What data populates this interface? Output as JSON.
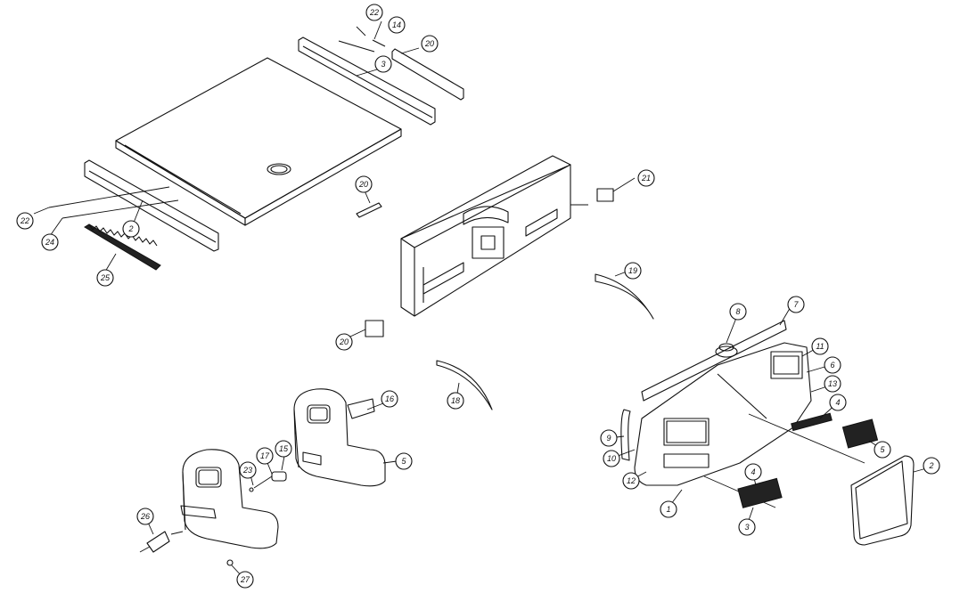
{
  "balloons": [
    {
      "id": "b-top-22",
      "label": "22"
    },
    {
      "id": "b-top-14",
      "label": "14"
    },
    {
      "id": "b-top-20",
      "label": "20"
    },
    {
      "id": "b-top-3",
      "label": "3"
    },
    {
      "id": "b-left-22",
      "label": "22"
    },
    {
      "id": "b-left-24",
      "label": "24"
    },
    {
      "id": "b-left-2",
      "label": "2"
    },
    {
      "id": "b-left-25",
      "label": "25"
    },
    {
      "id": "b-mid-20",
      "label": "20"
    },
    {
      "id": "b-mid-21",
      "label": "21"
    },
    {
      "id": "b-mid-20b",
      "label": "20"
    },
    {
      "id": "b-mid-19",
      "label": "19"
    },
    {
      "id": "b-mid-18",
      "label": "18"
    },
    {
      "id": "b-seat-16",
      "label": "16"
    },
    {
      "id": "b-seat-5",
      "label": "5"
    },
    {
      "id": "b-seat-15",
      "label": "15"
    },
    {
      "id": "b-seat-17",
      "label": "17"
    },
    {
      "id": "b-seat-23",
      "label": "23"
    },
    {
      "id": "b-seat-26",
      "label": "26"
    },
    {
      "id": "b-seat-27",
      "label": "27"
    },
    {
      "id": "b-cab-8",
      "label": "8"
    },
    {
      "id": "b-cab-7",
      "label": "7"
    },
    {
      "id": "b-cab-11",
      "label": "11"
    },
    {
      "id": "b-cab-6",
      "label": "6"
    },
    {
      "id": "b-cab-13",
      "label": "13"
    },
    {
      "id": "b-cab-4",
      "label": "4"
    },
    {
      "id": "b-cab-9",
      "label": "9"
    },
    {
      "id": "b-cab-10",
      "label": "10"
    },
    {
      "id": "b-cab-12",
      "label": "12"
    },
    {
      "id": "b-cab-1",
      "label": "1"
    },
    {
      "id": "b-cab-4b",
      "label": "4"
    },
    {
      "id": "b-cab-5",
      "label": "5"
    },
    {
      "id": "b-cab-3",
      "label": "3"
    },
    {
      "id": "b-cab-2",
      "label": "2"
    }
  ]
}
